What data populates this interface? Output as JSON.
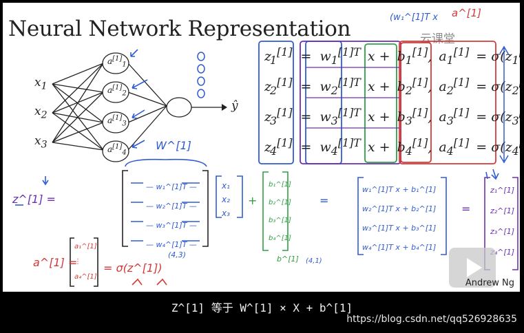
{
  "slide": {
    "title": "Neural Network Representation",
    "author": "Andrew Ng",
    "brand": "云课堂",
    "inputs": [
      "x",
      "x",
      "x"
    ],
    "input_subs": [
      "1",
      "2",
      "3"
    ],
    "hidden_nodes": [
      {
        "base": "a",
        "sup": "[1]",
        "sub": "1"
      },
      {
        "base": "a",
        "sup": "[1]",
        "sub": "2"
      },
      {
        "base": "a",
        "sup": "[1]",
        "sub": "3"
      },
      {
        "base": "a",
        "sup": "[1]",
        "sub": "4"
      }
    ],
    "output_label": "ŷ",
    "equations": [
      {
        "z": "z",
        "sub": "1",
        "sup": "[1]",
        "w": "w",
        "wsup": "[1]T",
        "wsub": "1",
        "b": "b",
        "bsub": "1",
        "a": "a",
        "asub": "1",
        "rhs": "= σ(z",
        "rhs_end": ")"
      },
      {
        "z": "z",
        "sub": "2",
        "sup": "[1]",
        "w": "w",
        "wsup": "[1]T",
        "wsub": "2",
        "b": "b",
        "bsub": "2",
        "a": "a",
        "asub": "2",
        "rhs": "= σ(z",
        "rhs_end": ")"
      },
      {
        "z": "z",
        "sub": "3",
        "sup": "[1]",
        "w": "w",
        "wsup": "[1]T",
        "wsub": "3",
        "b": "b",
        "bsub": "3",
        "a": "a",
        "asub": "3",
        "rhs": "= σ(z",
        "rhs_end": ")"
      },
      {
        "z": "z",
        "sub": "4",
        "sup": "[1]",
        "w": "w",
        "wsup": "[1]T",
        "wsub": "4",
        "b": "b",
        "bsub": "4",
        "a": "a",
        "asub": "4",
        "rhs": "= σ(z",
        "rhs_end": ")"
      }
    ],
    "handwritten": {
      "top_note": "(w₁^[1]T x",
      "top_a": "a^[1]",
      "W_label": "W^[1]",
      "z_label": "z^[1]",
      "W_rows": [
        "— w₁^[1]T —",
        "— w₂^[1]T —",
        "— w₃^[1]T —",
        "— w₄^[1]T —"
      ],
      "W_shape": "(4,3)",
      "x_vec": [
        "x₁",
        "x₂",
        "x₃"
      ],
      "b_vec": [
        "b₁^[1]",
        "b₂^[1]",
        "b₃^[1]",
        "b₄^[1]"
      ],
      "b_label": "b^[1]",
      "b_shape": "(4,1)",
      "result_rows": [
        "w₁^[1]T x + b₁^[1]",
        "w₂^[1]T x + b₂^[1]",
        "w₃^[1]T x + b₃^[1]",
        "w₄^[1]T x + b₄^[1]"
      ],
      "z_vec": [
        "z₁^[1]",
        "z₂^[1]",
        "z₃^[1]",
        "z₄^[1]"
      ],
      "a_label": "a^[1]",
      "a_vec": [
        "a₁^[1]",
        "⋮",
        "a₄^[1]"
      ],
      "a_rhs": "= σ(z^[1])"
    }
  },
  "caption": "Z^[1] 等于 W^[1] × X + b^[1]",
  "watermark": "https://blog.csdn.net/qq526928635",
  "colors": {
    "blue": "#2f5bd3",
    "purple": "#6a2fb0",
    "green": "#2ea043",
    "red": "#d43a3a"
  }
}
